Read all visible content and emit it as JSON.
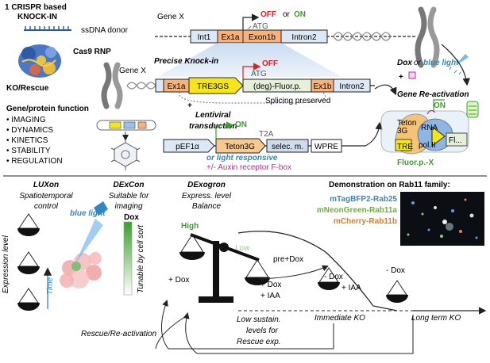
{
  "top": {
    "crispr_title_1": "1 CRISPR based",
    "crispr_title_2": "KNOCK-IN",
    "ssdna_label": "ssDNA donor",
    "cas9_label": "Cas9 RNP",
    "ko_rescue_label": "KO/Rescue",
    "gene_x_label": "Gene X",
    "gene_x_label_2": "Gene X",
    "off_label": "OFF",
    "or_label": "or",
    "on_label": "ON",
    "atg_label": "ATG",
    "atg_label_2": "ATG",
    "int1": "Int1",
    "ex1a": "Ex1a",
    "exon1b": "Exon1b",
    "intron2": "Intron2",
    "precise_knockin": "Precise Knock-in",
    "ex1a_2": "Ex1a",
    "tre3gs": "TRE3GS",
    "deg_fluor": "(deg)-Fluor.p.",
    "ex1b": "Ex1b",
    "intron2_2": "Intron2",
    "off_label_2": "OFF",
    "splicing": "Splicing preserved",
    "plus": "+",
    "lentiviral_1": "Lentiviral",
    "lentiviral_2": "transduction",
    "on_label_2": "ON",
    "t2a": "T2A",
    "pef1a": "pEF1α",
    "teton3g": "Teton3G",
    "selec": "selec. m.",
    "wpre": "WPRE",
    "light_responsive": "or light responsive",
    "auxin": "+/- Auxin receptor F-box",
    "dox_blue_1": "Dox",
    "dox_blue_or": "or",
    "dox_blue_2": "blue light",
    "plus_2": "+",
    "gene_reactivation": "Gene Re-activation",
    "on_label_3": "ON",
    "teton_complex": "Teton",
    "teton_complex_2": "3G",
    "rna_label": "RNA",
    "tre_label": "TRE",
    "pol_label": "pol.II",
    "fl_label": "Fl...",
    "fluorp_x": "Fluor.p.-X",
    "gene_protein_title": "Gene/protein function",
    "bullets": [
      "IMAGING",
      "DYNAMICS",
      "KINETICS",
      "STABILITY",
      "REGULATION"
    ]
  },
  "bottom": {
    "luxon_title": "LUXon",
    "luxon_sub_1": "Spatiotemporal",
    "luxon_sub_2": "control",
    "blue_light": "blue light",
    "expression_level": "Expression level",
    "time_label": "Time",
    "dexcon_title": "DExCon",
    "dexcon_sub_1": "Suitable for",
    "dexcon_sub_2": "imaging",
    "dox_bar_label": "Dox",
    "tunable": "Tunable by cell sort",
    "dexogron_title": "DExogron",
    "dexogron_sub_1": "Express. level",
    "dexogron_sub_2": "Balance",
    "high_label": "High",
    "low_label": "Low",
    "pre_dox": "pre+Dox",
    "plus_dox": "+ Dox",
    "plus_dox_iaa_1": "+ Dox",
    "plus_dox_iaa_2": "+ IAA",
    "minus_dox_iaa_1": "- Dox",
    "minus_dox_iaa_2": "+ IAA",
    "minus_dox": "- Dox",
    "low_sustain_1": "Low sustain.",
    "low_sustain_2": "levels for",
    "low_sustain_3": "Rescue exp.",
    "immediate_ko": "Immediate KO",
    "long_term_ko": "Long term KO",
    "rescue_reactivation": "Rescue/Re-activation",
    "demo_title": "Demonstration on Rab11 family:",
    "demo_items": [
      {
        "label": "mTagBFP2-Rab25",
        "color": "#3a86b4"
      },
      {
        "label": "mNeonGreen-Rab11a",
        "color": "#6bb531"
      },
      {
        "label": "mCherry-Rab11b",
        "color": "#e07b22"
      }
    ]
  },
  "colors": {
    "off": "#e02020",
    "on": "#3aa02a",
    "purple": "#b0309a",
    "blue": "#2e88c8",
    "green": "#3aa02a",
    "yellow": "#f5e61a",
    "exon_orange": "#f6b27a",
    "light_blue_box": "#dce8f6"
  }
}
